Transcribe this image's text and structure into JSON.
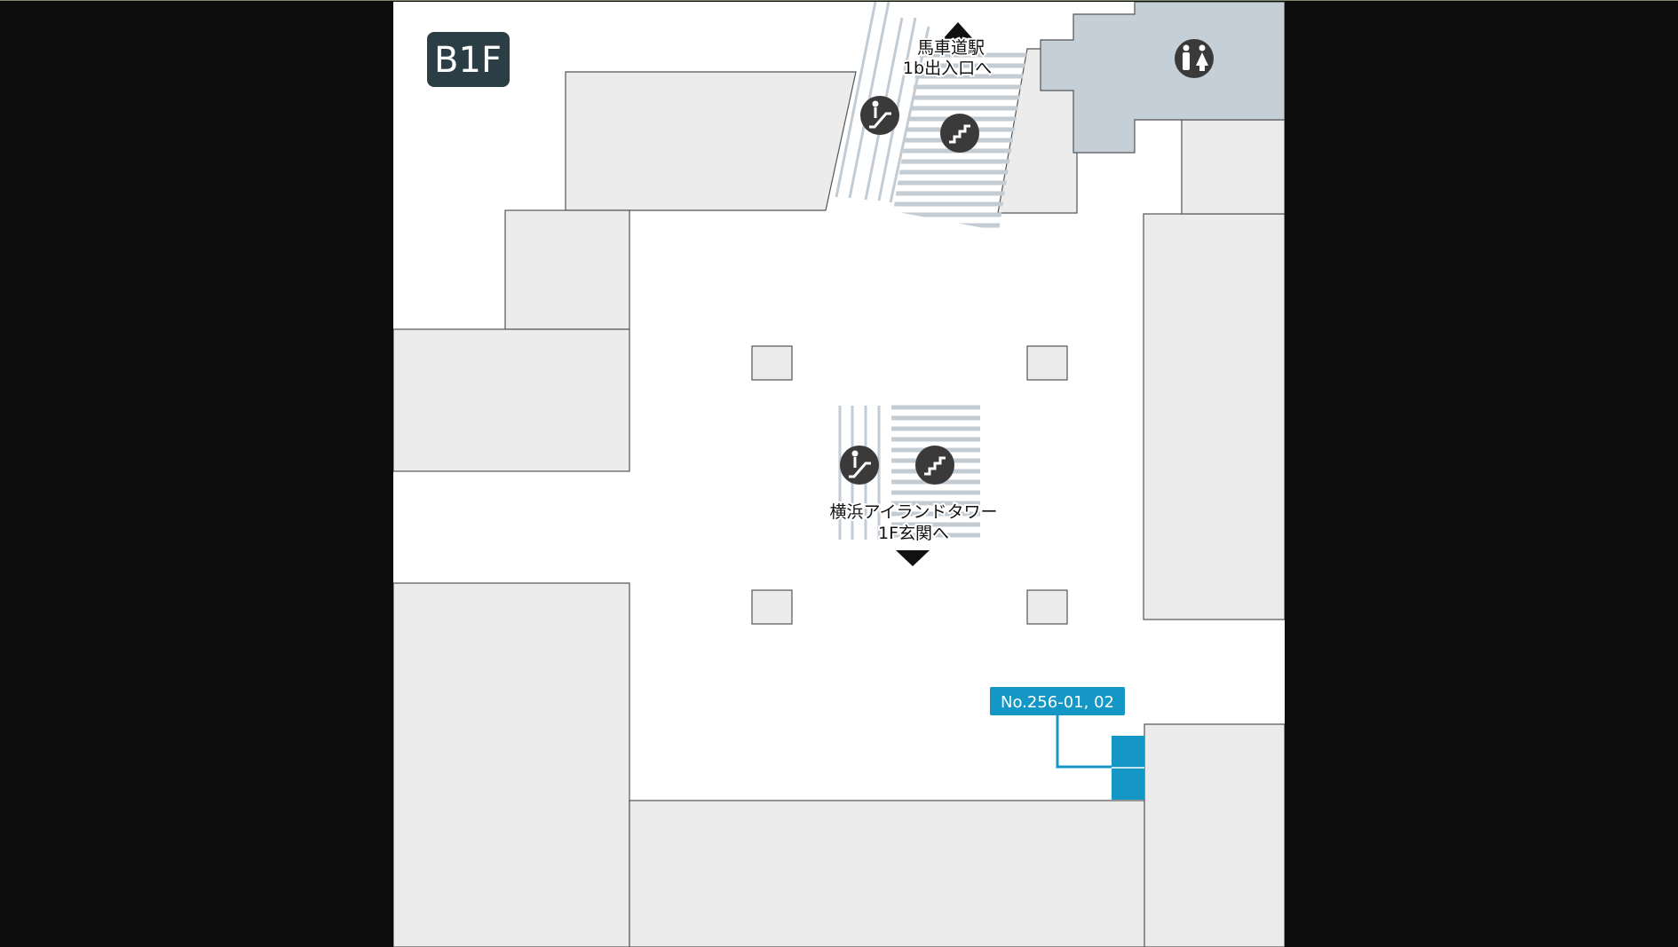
{
  "floor_badge": {
    "label": "B1F",
    "color": "#2b3e46"
  },
  "exits": {
    "north": {
      "line1": "馬車道駅",
      "line2": "1b出入口へ",
      "direction": "up"
    },
    "south": {
      "line1": "横浜アイランドタワー",
      "line2": "1F玄関へ",
      "direction": "down"
    }
  },
  "facilities": {
    "restroom": {
      "icon": "restroom-icon"
    },
    "north_escalator": {
      "icon": "escalator-icon"
    },
    "north_stairs": {
      "icon": "stairs-icon"
    },
    "center_escalator": {
      "icon": "escalator-icon"
    },
    "center_stairs": {
      "icon": "stairs-icon"
    }
  },
  "location": {
    "label": "No.256-01, 02",
    "color": "#1497c4"
  },
  "colors": {
    "background": "#0c0c0c",
    "floor": "#ffffff",
    "block": "#ececec",
    "restroom_area": "#c4cfd7",
    "stair_stripe": "#c3cbd3",
    "icon_circle": "#3a3a3a",
    "outline": "#555555"
  }
}
